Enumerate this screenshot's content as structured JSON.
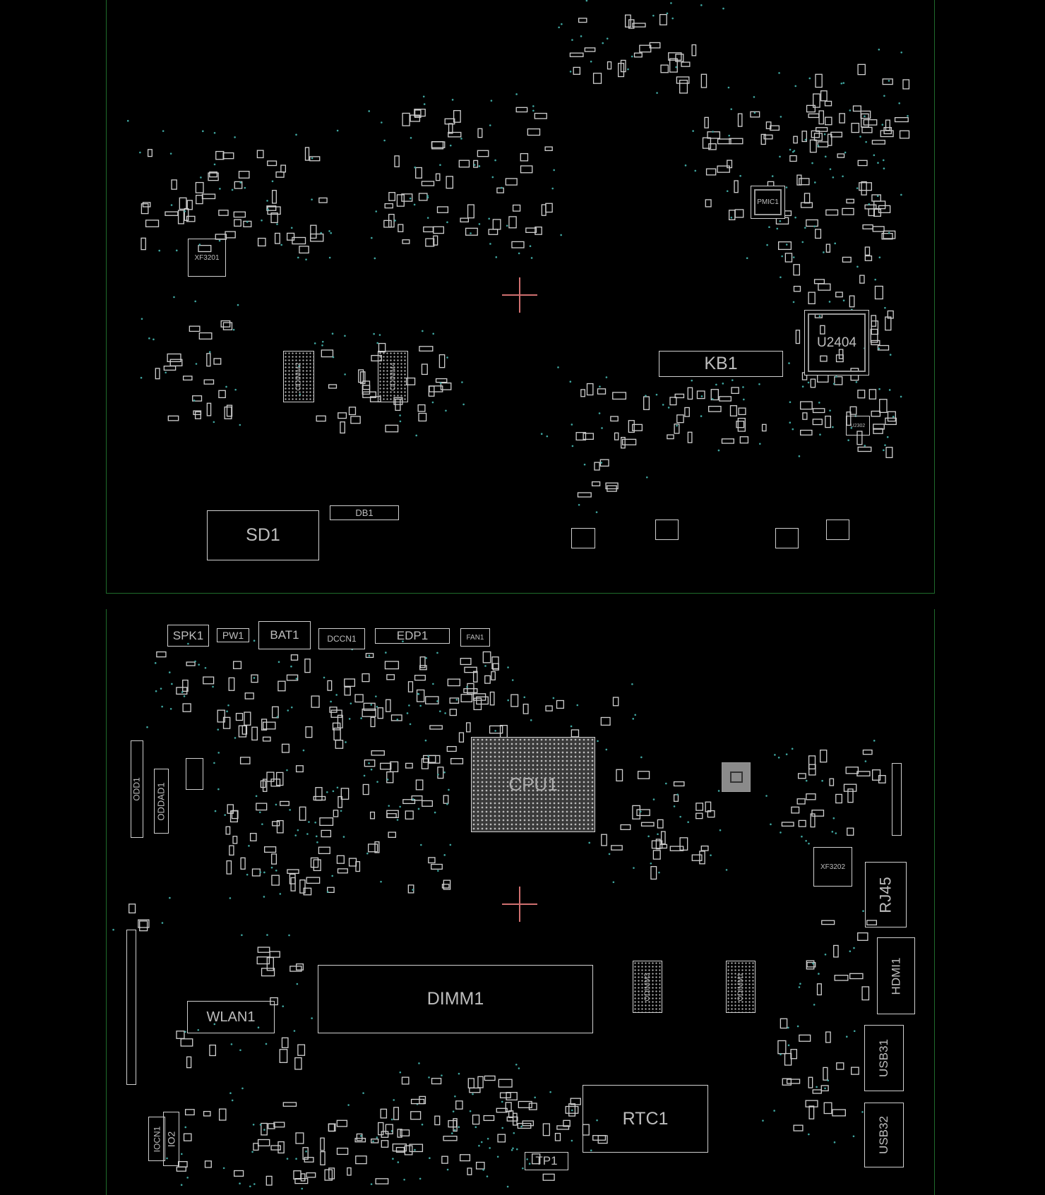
{
  "colors": {
    "board_outline": "#1f6b2c",
    "silkscreen": "#cfcfcf",
    "via": "#3fa6a0",
    "crosshair": "#d07070",
    "background": "#000000"
  },
  "top_side": {
    "components": {
      "sd1": "SD1",
      "db1": "DB1",
      "kb1": "KB1",
      "u2404": "U2404",
      "pmic1": "PMIC1",
      "xf3201": "XF3201",
      "odimm2": "ODIMM2",
      "odimm4": "ODIMM4",
      "u2302": "U2302"
    }
  },
  "bottom_side": {
    "components": {
      "spk1": "SPK1",
      "pw1": "PW1",
      "bat1": "BAT1",
      "dccn1": "DCCN1",
      "edp1": "EDP1",
      "fan1": "FAN1",
      "cpu1": "CPU1",
      "odd1": "ODD1",
      "oddad1": "ODDAD1",
      "xf3202": "XF3202",
      "rj45": "RJ45",
      "hdmi1": "HDMI1",
      "usb31": "USB31",
      "usb32": "USB32",
      "dimm1": "DIMM1",
      "wlan1": "WLAN1",
      "odimm3": "ODIMM3",
      "odimm1": "ODIMM1",
      "rtc1": "RTC1",
      "tp1": "TP1",
      "iocn1": "IOCN1",
      "io2": "IO2"
    }
  }
}
